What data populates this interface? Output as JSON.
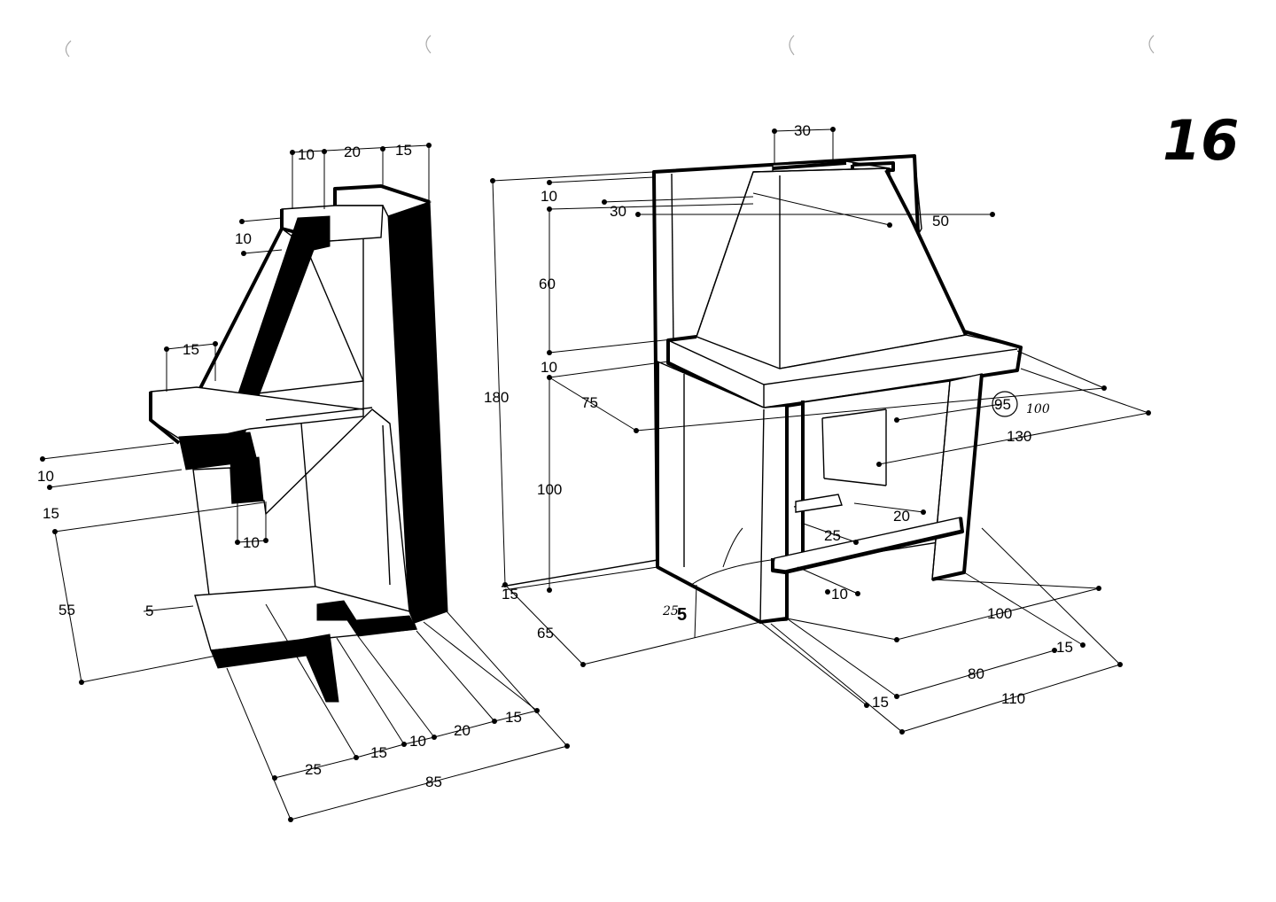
{
  "page_number": "16",
  "left_view": {
    "dims": {
      "top_a": "10",
      "top_b": "20",
      "top_c": "15",
      "hood_10": "10",
      "shelf_15": "15",
      "side_10a": "10",
      "side_15": "15",
      "bracket_10": "10",
      "height_55": "55",
      "base_5": "5",
      "bottom_25": "25",
      "bottom_15": "15",
      "bottom_10": "10",
      "bottom_20": "20",
      "bottom_15b": "15",
      "total_85": "85"
    }
  },
  "right_view": {
    "dims": {
      "flue_30": "30",
      "top_10": "10",
      "hood_30": "30",
      "hood_50": "50",
      "hood_60": "60",
      "total_180": "180",
      "mantel_10": "10",
      "depth_75": "75",
      "width_95": "95",
      "width_100_note": "100",
      "width_130": "130",
      "height_100": "100",
      "inner_20": "20",
      "inner_25": "25",
      "base_15": "15",
      "depth_65": "65",
      "step_25": "25",
      "step_5": "5",
      "ledge_10": "10",
      "front_100": "100",
      "front_15": "15",
      "front_80": "80",
      "front_15b": "15",
      "front_110": "110"
    }
  }
}
